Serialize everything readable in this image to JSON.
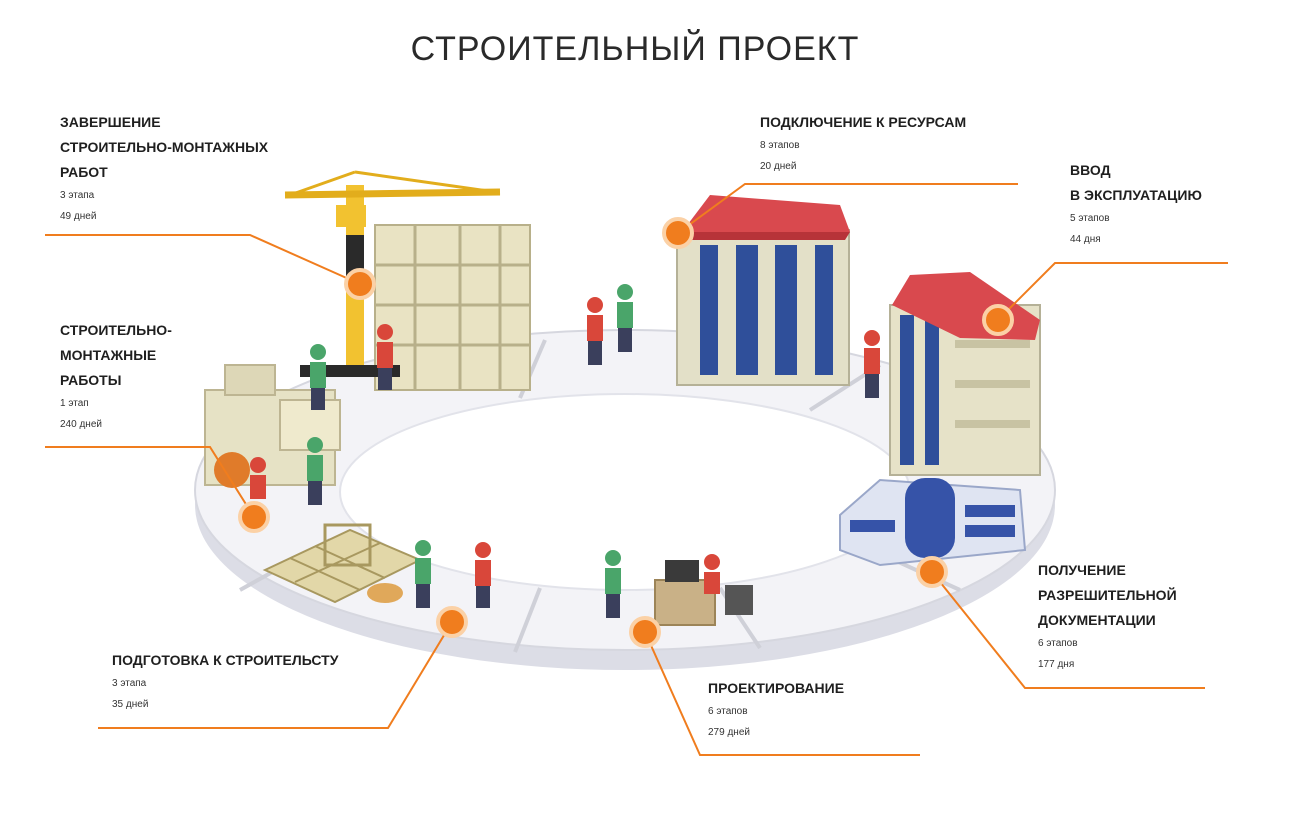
{
  "title": "СТРОИТЕЛЬНЫЙ ПРОЕКТ",
  "accent_color": "#f07d1e",
  "stages": [
    {
      "id": "completion",
      "name": "ЗАВЕРШЕНИЕ\nСТРОИТЕЛЬНО-МОНТАЖНЫХ\nРАБОТ",
      "steps": "3 этапа",
      "days": "49 дней"
    },
    {
      "id": "construction",
      "name": "СТРОИТЕЛЬНО-\nМОНТАЖНЫЕ\nРАБОТЫ",
      "steps": "1 этап",
      "days": "240 дней"
    },
    {
      "id": "preparation",
      "name": "ПОДГОТОВКА К СТРОИТЕЛЬСТУ",
      "steps": "3 этапа",
      "days": "35 дней"
    },
    {
      "id": "design",
      "name": "ПРОЕКТИРОВАНИЕ",
      "steps": "6 этапов",
      "days": "279 дней"
    },
    {
      "id": "permits",
      "name": "ПОЛУЧЕНИЕ\nРАЗРЕШИТЕЛЬНОЙ\nДОКУМЕНТАЦИИ",
      "steps": "6 этапов",
      "days": "177 дня"
    },
    {
      "id": "resources",
      "name": "ПОДКЛЮЧЕНИЕ К РЕСУРСАМ",
      "steps": "8 этапов",
      "days": "20 дней"
    },
    {
      "id": "commissioning",
      "name": "ВВОД\nВ ЭКСПЛУАТАЦИЮ",
      "steps": "5 этапов",
      "days": "44 дня"
    }
  ]
}
